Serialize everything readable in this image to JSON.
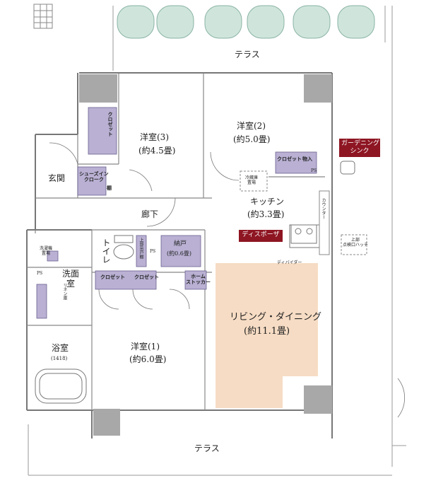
{
  "rooms": {
    "terrace_top": "テラス",
    "terrace_bottom": "テラス",
    "western3_name": "洋室(3)",
    "western3_size": "(約4.5畳)",
    "western2_name": "洋室(2)",
    "western2_size": "(約5.0畳)",
    "western1_name": "洋室(1)",
    "western1_size": "(約6.0畳)",
    "entrance": "玄関",
    "hallway": "廊下",
    "kitchen_name": "キッチン",
    "kitchen_size": "(約3.3畳)",
    "toilet": "トイレ",
    "storage_name": "納戸",
    "storage_size": "(約0.6畳)",
    "washroom": "洗面室",
    "bathroom_name": "浴室",
    "bathroom_size": "(1418)",
    "living_name": "リビング・ダイニング",
    "living_size": "(約11.1畳)"
  },
  "fixtures": {
    "closet_w3": "クロゼット",
    "closet_w2": "クロゼット",
    "pantry": "物入",
    "shoes_in_closet": "シューズイン\nクローク",
    "shelf": "棚",
    "closet_w1_a": "クロゼット",
    "closet_w1_b": "クロゼット",
    "home_stocker": "ホーム\nストッカー",
    "fridge": "冷蔵庫\n置場",
    "counter": "カウンター",
    "divider": "ディバイダー",
    "upper_hatch": "上部\n点検口ハッチ",
    "washer": "洗濯機\n置場",
    "linen": "リネン庫",
    "upper_cabinet": "上部吊戸棚",
    "ps1": "PS",
    "ps2": "PS",
    "ps3": "PS"
  },
  "badges": {
    "gardening_sink": "ガーデニング\nシンク",
    "disposer": "ディスポーザ"
  },
  "colors": {
    "closet_purple": "#b9b0d3",
    "living_fill": "#f6dcc4",
    "badge_red": "#8e1522",
    "tree_green": "#cfe5dc",
    "wall_gray": "#9a9a9a"
  }
}
